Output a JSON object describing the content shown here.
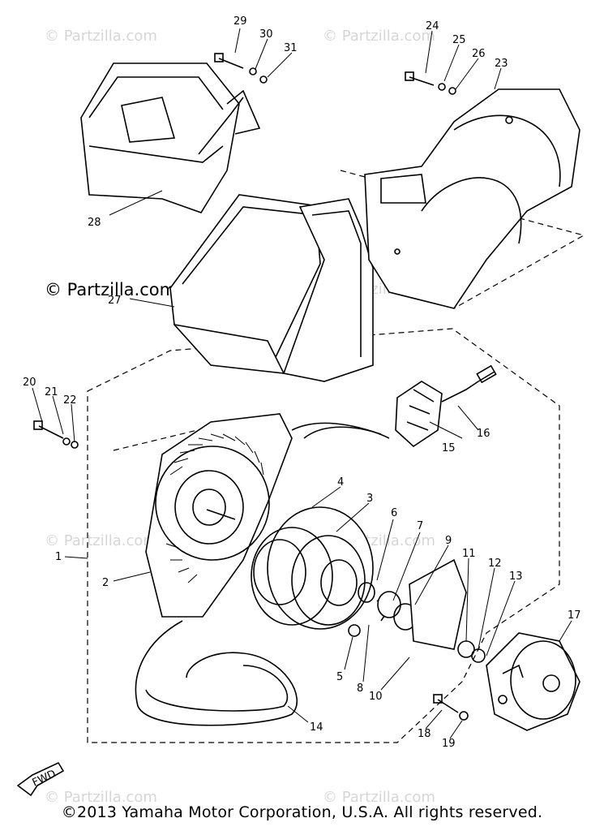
{
  "watermarks": [
    "© Partzilla.com",
    "© Partzilla.com",
    "© Partzilla.com",
    "© Partzilla.com",
    "© Partzilla.com",
    "© Partzilla.com",
    "© Partzilla.com"
  ],
  "main_watermark": "© Partzilla.com",
  "copyright": "©2013  Yamaha Motor Corporation, U.S.A. All rights reserved.",
  "fwd_label": "FWD",
  "callouts": [
    "1",
    "2",
    "3",
    "4",
    "5",
    "6",
    "7",
    "8",
    "9",
    "10",
    "11",
    "12",
    "13",
    "14",
    "15",
    "16",
    "17",
    "18",
    "19",
    "20",
    "21",
    "22",
    "23",
    "24",
    "25",
    "26",
    "27",
    "28",
    "29",
    "30",
    "31"
  ]
}
